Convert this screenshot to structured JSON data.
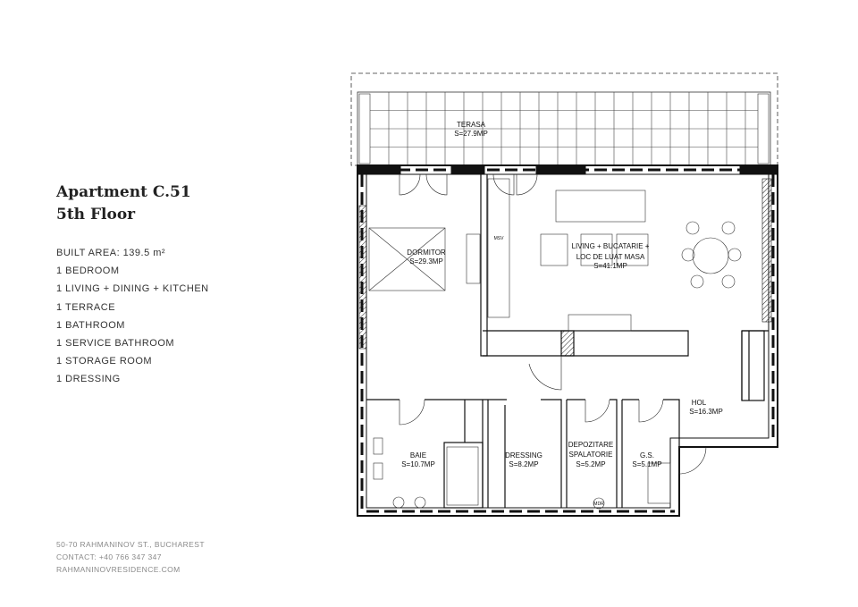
{
  "apartment": {
    "title": "Apartment C.51",
    "floor": "5th Floor",
    "specs": [
      "BUILT AREA: 139.5 m²",
      "1 BEDROOM",
      "1 LIVING + DINING + KITCHEN",
      "1 TERRACE",
      "1 BATHROOM",
      "1 SERVICE BATHROOM",
      "1 STORAGE ROOM",
      "1 DRESSING"
    ]
  },
  "footer": {
    "address": "50-70 RAHMANINOV ST., BUCHAREST",
    "contact": "CONTACT: +40 766 347 347",
    "website": "RAHMANINOVRESIDENCE.COM"
  },
  "plan": {
    "rooms": [
      {
        "name": "TERASA",
        "area": "S=27.9MP"
      },
      {
        "name": "DORMITOR",
        "area": "S=29.3MP"
      },
      {
        "name": "LIVING + BUCATARIE +",
        "name2": "LOC DE LUAT MASA",
        "area": "S=41.1MP"
      },
      {
        "name": "BAIE",
        "area": "S=10.7MP"
      },
      {
        "name": "DRESSING",
        "area": "S=8.2MP"
      },
      {
        "name": "DEPOZITARE",
        "name2": "SPALATORIE",
        "area": "S=5.2MP"
      },
      {
        "name": "G.S.",
        "area": "S=5.1MP"
      },
      {
        "name": "HOL",
        "area": "S=16.3MP"
      }
    ],
    "appliance_labels": {
      "dishwasher": "MSV",
      "washer": "MDR"
    }
  }
}
